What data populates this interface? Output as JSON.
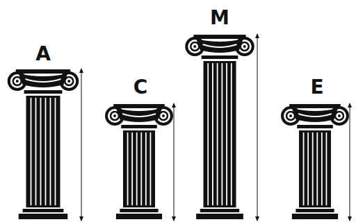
{
  "diagram": {
    "labels": [
      "A",
      "C",
      "M",
      "E"
    ]
  }
}
